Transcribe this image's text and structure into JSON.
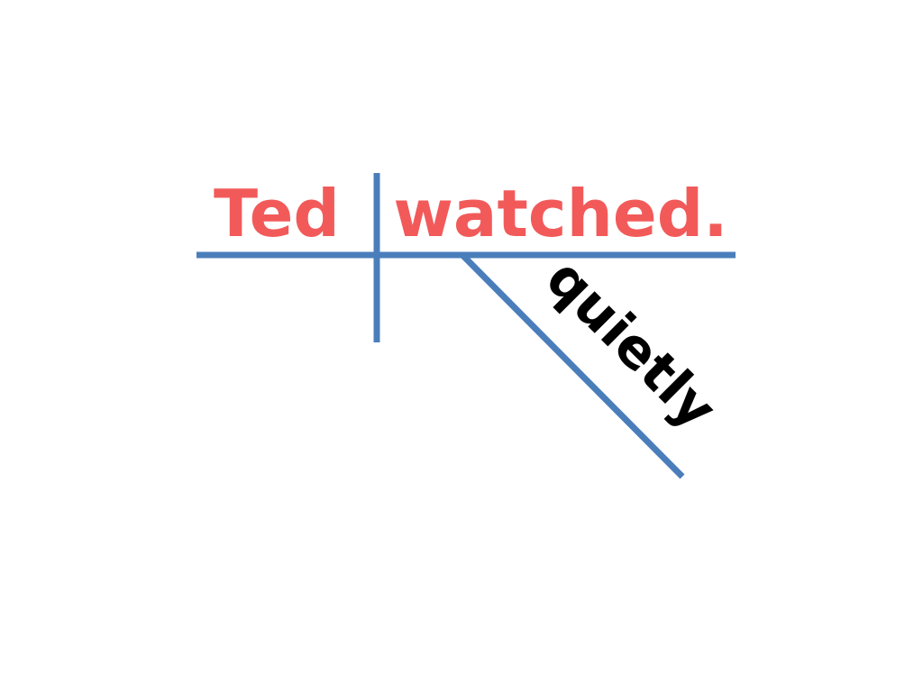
{
  "diagram": {
    "subject": "Ted",
    "predicate": "watched.",
    "modifier": "quietly"
  },
  "colors": {
    "line": "#4a7ebb",
    "main_words": "#f25a5a",
    "modifier_word": "#000000",
    "background": "#ffffff"
  }
}
